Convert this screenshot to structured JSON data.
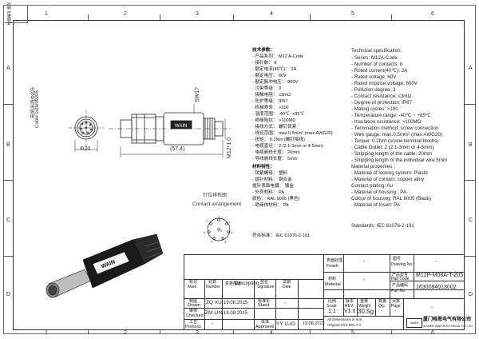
{
  "border": {
    "top_labels": [
      "1",
      "2",
      "3",
      "4",
      "5",
      "6"
    ],
    "bottom_labels": [
      "1",
      "2",
      "3",
      "4",
      "5",
      "6"
    ],
    "left_labels": [
      "A",
      "B",
      "C",
      "D"
    ],
    "right_labels": [
      "A",
      "B",
      "C",
      "D"
    ],
    "corner_stamp": "绘图编号 版次"
  },
  "drawing": {
    "cable_outlet_cn": "电缆出线Φ205",
    "cable_outlet_en": "Cable outletΦ205",
    "dia": "Φ20",
    "length": "(57.4)",
    "sw": "SW17",
    "thread": "M12*1.0",
    "pin_title_cn": "针位排布图",
    "pin_title_en": "Contact arrangement",
    "brand": "WAIN"
  },
  "spec_cn": {
    "title": "技术参数：",
    "lines": [
      "- 产品系列： M12 A-Code",
      "- 接针数： 8",
      "- 额定电流(40℃)： 2A",
      "- 额定电压： 60V",
      "- 额定脉冲电压： 800V",
      "- 污染等级： 3",
      "- 接触电阻： ≤3mΩ",
      "- 防护等级： IP67",
      "- 机械寿命： >100",
      "- 温度范围： -40℃~+85℃",
      "- 绝缘阻抗： >100MΩ",
      "- 接线方式： 螺钉锁紧",
      "- 线径范围： max.0.5mm² (max.AWG20)",
      "- 扭矩： 0.2Nm (螺钉接线)",
      "- 电缆直径： 2 (2.1-3mm or 4-5mm)",
      "- 电缆剥线长度： 20mm",
      "- 导线剥线长度： 5mm"
    ],
    "mat_title": "材料特性：",
    "mat_lines": [
      "- 锁紧螺母： 塑料",
      "- 插针材料： 铜合金",
      "  插针表面电镀： 镀金",
      "- 外壳材料： PA",
      "  颜色： RAL 9005 (黑色)",
      "- 绝缘体材料： PA"
    ],
    "standard": "符合标准： IEC 61076-2-101"
  },
  "spec_en": {
    "title": "Technical specification:",
    "lines": [
      "- Series: M12A-Code",
      "- Number of contacts:  8",
      "- Roted current(40℃):  2A",
      "- Rated voltage:    60V",
      "- Rated impulse voltage: 800V",
      "- Pollution degree: 3",
      "- Contact resistance: ≤3mΩ",
      "- Degree of protection: IP67",
      "- Mating cycles: >100",
      "- Temperature range: -40℃ ~ +85℃",
      "- Insulation resistance: >100MΩ",
      "- Termination method: screw connection",
      "- Wire gauge: max.0.5mm² (max.AWG20)",
      "- Torque: 0.2Nm (screw terminal blocks)",
      "- Cable Outlet: 2 (2.1-3mm or 4-5mm)",
      "- Stripping length of the cable: 20mm",
      "- Stripping length of the individual wire:5mm"
    ],
    "mat_title": "Material properties :",
    "mat_lines": [
      "- Material of locking system: Plastic",
      "- Material of contact: copper alloy",
      "  Contact plating: Au",
      "- Material of housing : PA",
      "  Colour of housing: RAL 9005 (Black)",
      "- Material of Insert: PA"
    ],
    "standard": "Standards: IEC 61076-2-101"
  },
  "title_block": {
    "finish_cn": "表面处理",
    "finish_en": "Finish",
    "finish_val": "-",
    "material_cn": "材料",
    "material_en": "Material",
    "material_val": "-",
    "drawing_no_cn": "图号",
    "drawing_no_en": "Drawing No.",
    "drawing_no_val": "-",
    "part_code_cn": "产品型号",
    "part_code_en": "Part Code",
    "part_code_val": "M12P-M08A-T-205",
    "part_no_cn": "产品编码",
    "part_no_en": "Part No.",
    "part_no_val": "1630084013002",
    "rev_mark_cn": "标记",
    "rev_mark_en": "Mark",
    "rev_qty_cn": "处数",
    "rev_qty_en": "Number",
    "rev_change_cn": "变更描述",
    "rev_change_en": "Description",
    "rev_sign_cn": "签名",
    "rev_sign_en": "Signature",
    "rev_date_cn": "日期",
    "rev_date_en": "Date",
    "drawn_cn": "制图",
    "drawn_en": "Drawn",
    "drawn_name": "ZQ XU",
    "drawn_date": "19.08.2015",
    "checked_cn": "审核",
    "checked_en": "Checked",
    "checked_name": "ZM LIN",
    "checked_date": "19.08.2015",
    "process_cn": "工艺",
    "process_en": "Process",
    "process_val": "-",
    "std_cn": "标准化",
    "std_en": "Stand",
    "std_val": "-",
    "approved_cn": "批准",
    "approved_en": "Approved",
    "approved_name": "YY LUO",
    "approved_date": "19.08.2015",
    "date_cn": "日期",
    "date_en": "Date",
    "scale_cn": "比例",
    "scale_en": "Scale",
    "scale_val": "1:1",
    "rev_cn": "版本",
    "rev_en": "REV.",
    "rev_val": "V1.0",
    "weight_cn": "重量",
    "weight_en": "Weight",
    "weight_val": "30.5g",
    "qty_cn": "数量",
    "qty_en": "Qty.",
    "qty_val": "-",
    "page_cn": "页数",
    "page_en": "Page",
    "page_val": "-",
    "dims_note1": "All Dimensions in mm",
    "dims_note2": "Original Size DIN A 4",
    "company_cn": "厦门唯恩电气有限公司",
    "company_en": "XIAMEN WAIN ELECTRICAL CO.,LTD"
  }
}
